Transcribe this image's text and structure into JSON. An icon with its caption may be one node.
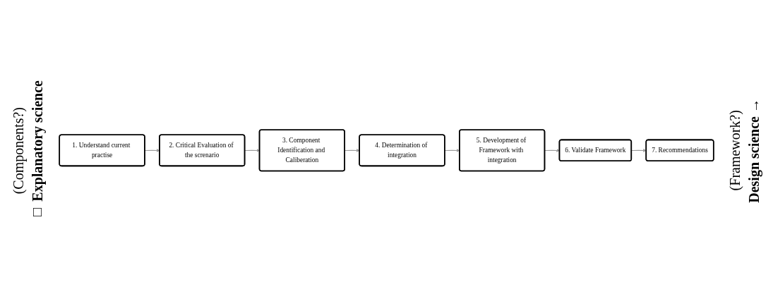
{
  "diagram": {
    "nodes": [
      {
        "text": [
          "1. Understand current practise"
        ]
      },
      {
        "text": [
          "2. Critical Evaluation of the screnario"
        ]
      },
      {
        "text": [
          "3. Component Identification and Caliberation"
        ]
      },
      {
        "text": [
          "4. Determination of integration"
        ]
      },
      {
        "text": [
          "5. Development of Framework with integration"
        ]
      },
      {
        "text": [
          "6. Validate Framework"
        ]
      },
      {
        "text": [
          "7. Recommendations"
        ]
      }
    ],
    "edges": [
      {
        "from": 0,
        "to": 1,
        "arrow": "to"
      },
      {
        "from": 1,
        "to": 2,
        "arrow": "to"
      },
      {
        "from": 2,
        "to": 3,
        "arrow": "to"
      },
      {
        "from": 3,
        "to": 4,
        "arrow": "to"
      },
      {
        "from": 4,
        "to": 5,
        "arrow": "to"
      },
      {
        "from": 5,
        "to": 6,
        "arrow": "to"
      }
    ],
    "labels": [
      "(Components?)",
      "□ Explanatory science",
      "Design science →",
      "(Framework?)"
    ]
  }
}
